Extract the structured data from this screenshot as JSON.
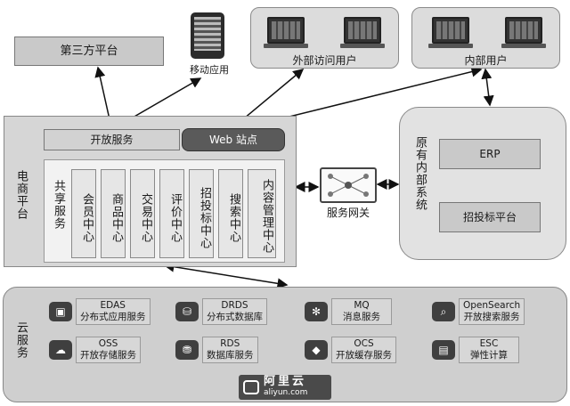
{
  "third_party": "第三方平台",
  "mobile": "移动应用",
  "external_users": "外部访问用户",
  "internal_users": "内部用户",
  "ecommerce": {
    "title": "电商平台",
    "open_service": "开放服务",
    "web_site": "Web 站点",
    "shared_service": "共享服务",
    "columns": [
      "会员中心",
      "商品中心",
      "交易中心",
      "评价中心",
      "招投标中心",
      "搜索中心",
      "内容管理中心"
    ]
  },
  "gateway": "服务网关",
  "legacy": {
    "title": "原有内部系统",
    "erp": "ERP",
    "bidding": "招投标平台"
  },
  "cloud": {
    "title": "云服务",
    "services": [
      {
        "name": "EDAS",
        "desc": "分布式应用服务",
        "icon": "cube-icon"
      },
      {
        "name": "DRDS",
        "desc": "分布式数据库",
        "icon": "database-cluster-icon"
      },
      {
        "name": "MQ",
        "desc": "消息服务",
        "icon": "network-icon"
      },
      {
        "name": "OpenSearch",
        "desc": "开放搜索服务",
        "icon": "search-icon"
      },
      {
        "name": "OSS",
        "desc": "开放存储服务",
        "icon": "cloud-storage-icon"
      },
      {
        "name": "RDS",
        "desc": "数据库服务",
        "icon": "database-icon"
      },
      {
        "name": "OCS",
        "desc": "开放缓存服务",
        "icon": "cache-icon"
      },
      {
        "name": "ESC",
        "desc": "弹性计算",
        "icon": "compute-icon"
      }
    ],
    "logo_text": "阿里云",
    "logo_url": "aliyun.com"
  }
}
